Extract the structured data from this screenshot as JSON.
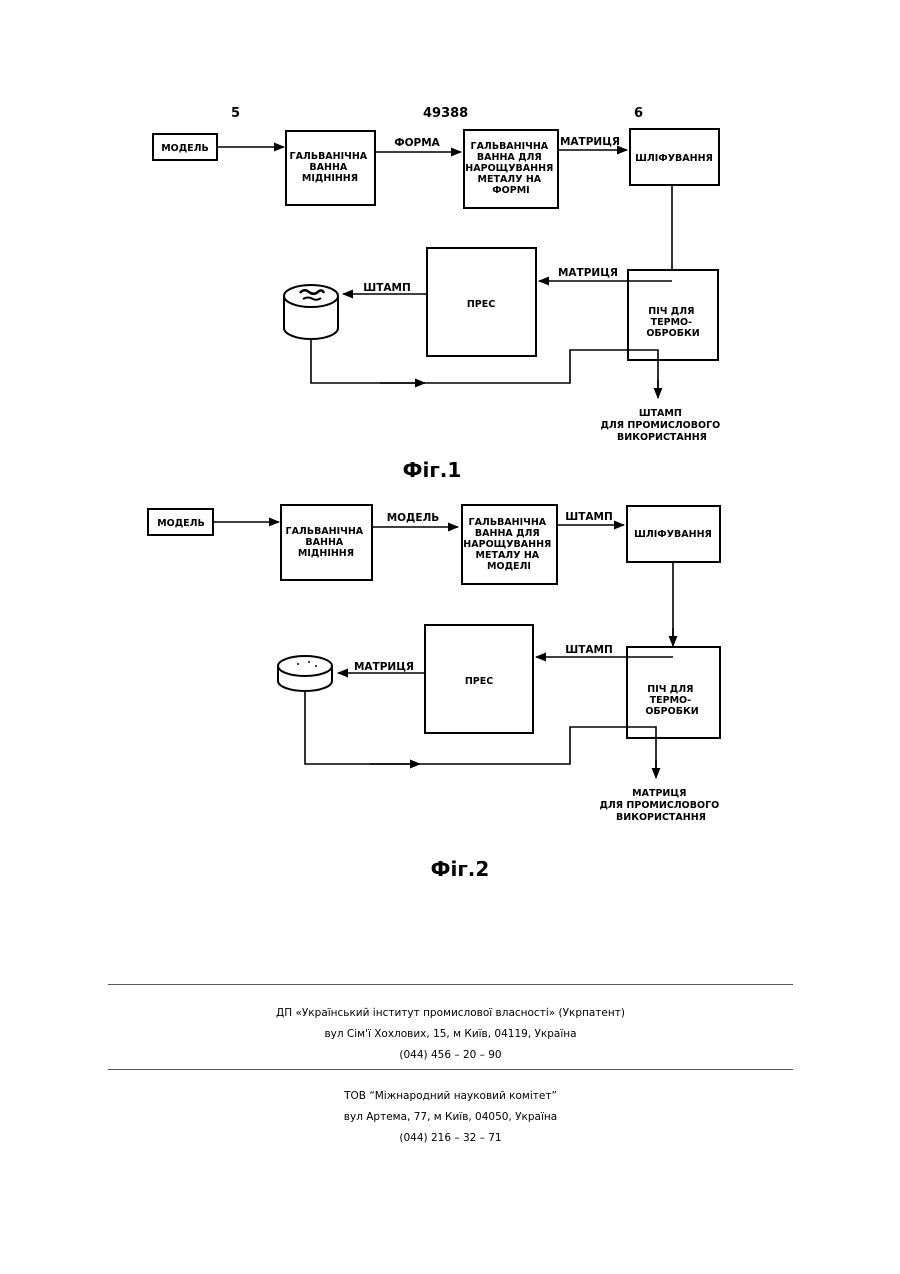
{
  "header": {
    "page_left": "5",
    "doc_number": "49388",
    "page_right": "6"
  },
  "fig1": {
    "model": "МОДЕЛЬ",
    "bath_copper": [
      "ГАЛЬВАНІЧНА",
      "ВАННА",
      "МІДНІННЯ"
    ],
    "arrow_form": "ФОРМА",
    "bath_growth": [
      "ГАЛЬВАНІЧНА",
      "ВАННА ДЛЯ",
      "НАРОЩУВАННЯ",
      "МЕТАЛУ НА",
      "ФОРМІ"
    ],
    "arrow_matrix": "МАТРИЦЯ",
    "grinding": "ШЛІФУВАННЯ",
    "arrow_matrix2": "МАТРИЦЯ",
    "press": "ПРЕС",
    "arrow_stamp": "ШТАМП",
    "furnace": [
      "ПІЧ ДЛЯ",
      "ТЕРМО-",
      "ОБРОБКИ"
    ],
    "output": [
      "ШТАМП",
      "ДЛЯ ПРОМИСЛОВОГО",
      "ВИКОРИСТАННЯ"
    ],
    "caption": "Фіг.1"
  },
  "fig2": {
    "model": "МОДЕЛЬ",
    "bath_copper": [
      "ГАЛЬВАНІЧНА",
      "ВАННА",
      "МІДНІННЯ"
    ],
    "arrow_model": "МОДЕЛЬ",
    "bath_growth": [
      "ГАЛЬВАНІЧНА",
      "ВАННА ДЛЯ",
      "НАРОЩУВАННЯ",
      "МЕТАЛУ НА",
      "МОДЕЛІ"
    ],
    "arrow_stamp": "ШТАМП",
    "grinding": "ШЛІФУВАННЯ",
    "arrow_stamp2": "ШТАМП",
    "press": "ПРЕС",
    "arrow_matrix": "МАТРИЦЯ",
    "furnace": [
      "ПІЧ ДЛЯ",
      "ТЕРМО-",
      "ОБРОБКИ"
    ],
    "output": [
      "МАТРИЦЯ",
      "ДЛЯ ПРОМИСЛОВОГО",
      "ВИКОРИСТАННЯ"
    ],
    "caption": "Фіг.2"
  },
  "footer": {
    "org1": "ДП «Український інститут промислової власності» (Укрпатент)",
    "addr1": "вул  Сім'ї Хохлових, 15, м  Київ, 04119, Україна",
    "phone1": "(044) 456 – 20 –  90",
    "org2": "ТОВ “Міжнародний науковий комітет”",
    "addr2": "вул  Артема, 77, м  Київ, 04050, Україна",
    "phone2": "(044) 216 – 32 – 71"
  }
}
